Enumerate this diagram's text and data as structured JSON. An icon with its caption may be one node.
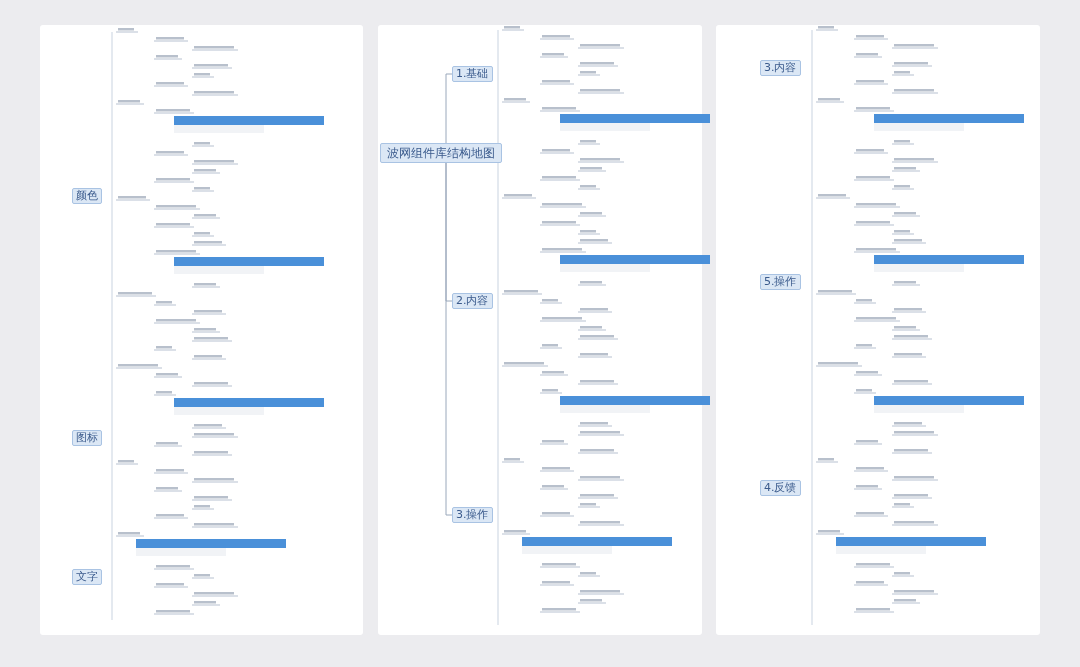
{
  "diagram": {
    "nodes": [
      {
        "text": [
          "颜色"
        ]
      },
      {
        "text": [
          "图标"
        ]
      },
      {
        "text": [
          "文字"
        ]
      },
      {
        "text": [
          "波网组件库结构地图"
        ]
      },
      {
        "text": [
          "1.基础"
        ]
      },
      {
        "text": [
          "2.内容"
        ]
      },
      {
        "text": [
          "3.操作"
        ]
      },
      {
        "text": [
          "3.内容"
        ]
      },
      {
        "text": [
          "5.操作"
        ]
      },
      {
        "text": [
          "4.反馈"
        ]
      }
    ],
    "edges": [
      {
        "from": 3,
        "to": 4,
        "arrow": "none"
      },
      {
        "from": 3,
        "to": 5,
        "arrow": "none"
      },
      {
        "from": 3,
        "to": 6,
        "arrow": "none"
      }
    ]
  }
}
